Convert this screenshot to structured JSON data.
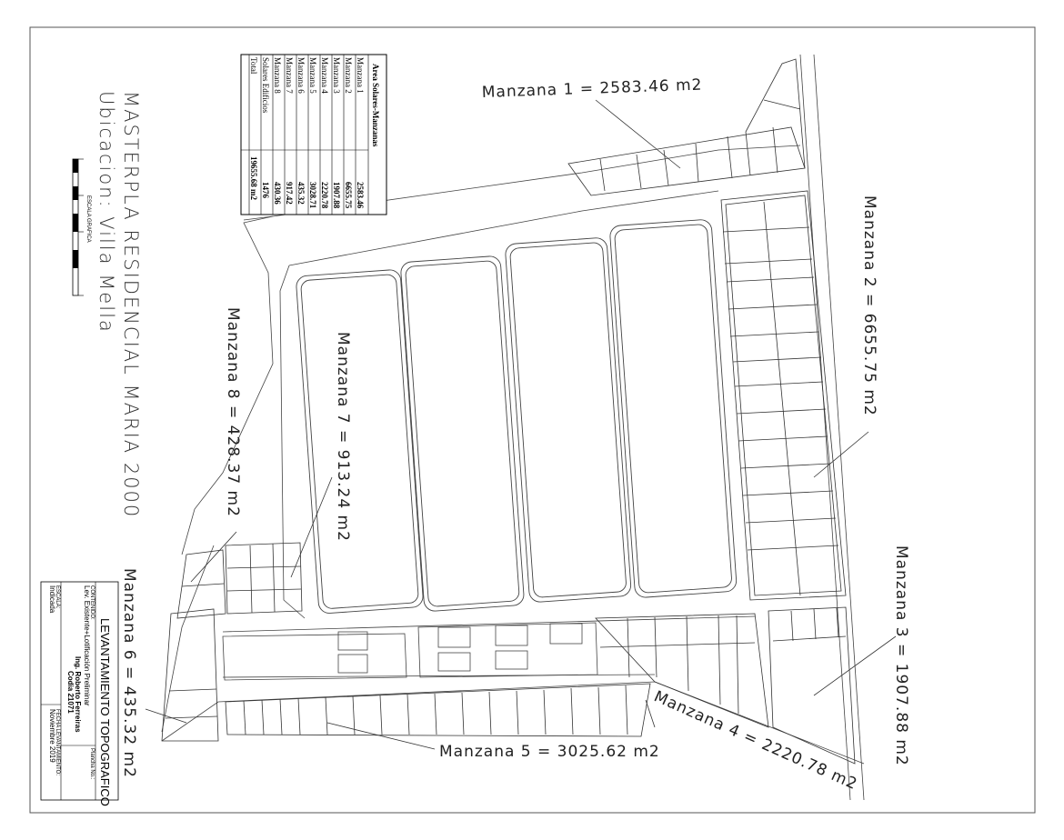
{
  "sheet": {
    "title": "MASTERPLA RESIDENCIAL MARIA 2000",
    "subtitle": "Ubicacion: Villa Mella",
    "scale_bar_label": "ESCALA GRAFICA"
  },
  "area_table": {
    "header": "Area Solares-Manzanas",
    "rows": [
      {
        "name": "Manzana 1",
        "value": "2583.46"
      },
      {
        "name": "Manzana 2",
        "value": "6655.75"
      },
      {
        "name": "Manzana 3",
        "value": "1907.88"
      },
      {
        "name": "Manzana 4",
        "value": "2220.78"
      },
      {
        "name": "Manzana 5",
        "value": "3028.71"
      },
      {
        "name": "Manzana 6",
        "value": "435.32"
      },
      {
        "name": "Manzana 7",
        "value": "917.42"
      },
      {
        "name": "Manzana 8",
        "value": "430.36"
      },
      {
        "name": "Solares Edificios",
        "value": "1476"
      }
    ],
    "total_label": "Total",
    "total_value": "19655.68 m2"
  },
  "manzana_labels": {
    "m1": "Manzana 1 = 2583.46 m2",
    "m2": "Manzana 2 = 6655.75 m2",
    "m3": "Manzana 3 = 1907.88 m2",
    "m4": "Manzana 4 = 2220.78 m2",
    "m5": "Manzana 5 = 3025.62 m2",
    "m6": "Manzana 6 = 435.32 m2",
    "m7": "Manzana 7 = 913.24 m2",
    "m8": "Manzana 8 = 428.37 m2"
  },
  "title_block": {
    "heading": "LEVANTAMIENTO TOPOGRAFICO",
    "contenido_label": "CONTENIDO:",
    "contenido_value": "Lev. Existente+Lotificación Preliminar",
    "engineer": "Ing. Roberto Ferreiras",
    "codia": "Codia 21071",
    "escala_label": "ESCALA:",
    "escala_value": "Indicada",
    "fecha_label": "FECHA LEVANTAMIENTO:",
    "fecha_value": "Noviembre 2019",
    "plancha_label": "Plancha No.:"
  }
}
